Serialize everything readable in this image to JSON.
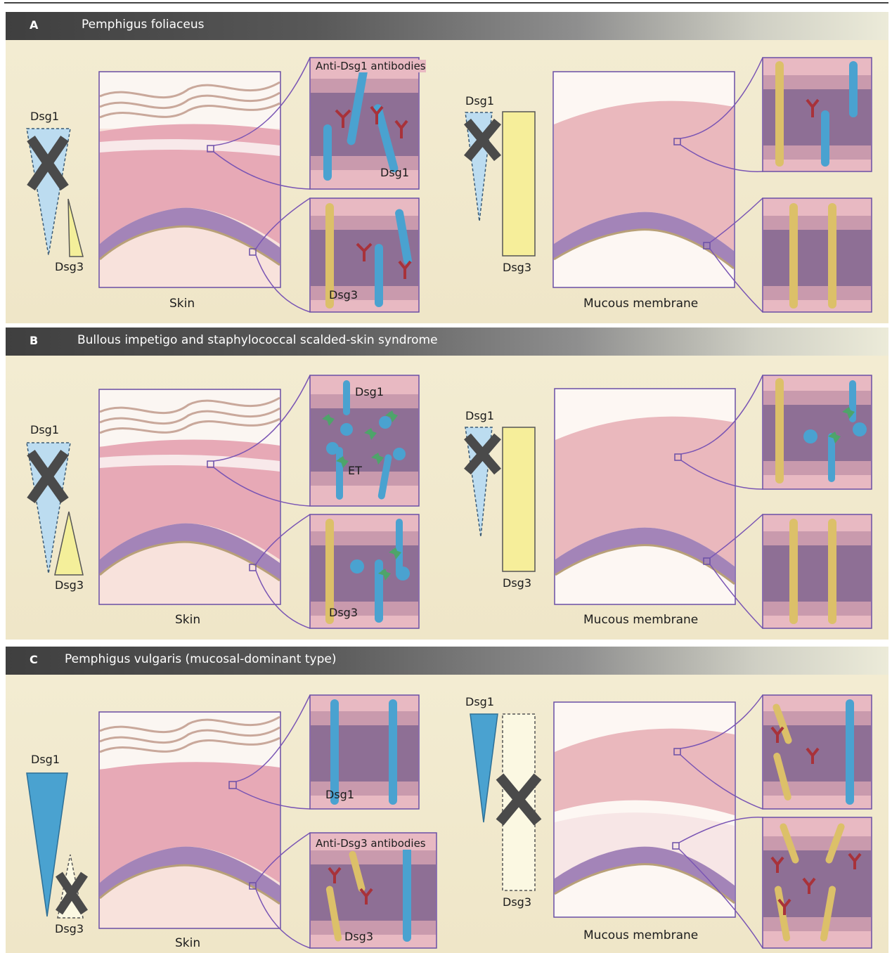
{
  "colors": {
    "dsg1_fill": "#bcdcf0",
    "dsg1_solid": "#4aa2d0",
    "dsg3_fill": "#f4ef9a",
    "dsg3_pale": "#fbf8e2",
    "x_mark": "#4a4a4a",
    "tissue_pink": "#eab8bd",
    "cell_purple": "#a384b8",
    "antibody_red": "#a8323a",
    "toxin_green": "#4ea46a",
    "connector": "#7a55b4"
  },
  "panels": [
    {
      "letter": "A",
      "title": "Pemphigus foliaceus",
      "skin_caption": "Skin",
      "mucosa_caption": "Mucous membrane",
      "skin_dsg1_label": "Dsg1",
      "skin_dsg3_label": "Dsg3",
      "mucosa_dsg1_label": "Dsg1",
      "mucosa_dsg3_label": "Dsg3",
      "upper_callout": "Anti-Dsg1 antibodies",
      "upper_molecule": "Dsg1",
      "lower_molecule": "Dsg3"
    },
    {
      "letter": "B",
      "title": "Bullous impetigo and staphylococcal scalded-skin syndrome",
      "skin_caption": "Skin",
      "mucosa_caption": "Mucous membrane",
      "skin_dsg1_label": "Dsg1",
      "skin_dsg3_label": "Dsg3",
      "mucosa_dsg1_label": "Dsg1",
      "mucosa_dsg3_label": "Dsg3",
      "upper_molecule": "Dsg1",
      "toxin_label": "ET",
      "lower_molecule": "Dsg3"
    },
    {
      "letter": "C",
      "title": "Pemphigus vulgaris (mucosal-dominant type)",
      "skin_caption": "Skin",
      "mucosa_caption": "Mucous membrane",
      "skin_dsg1_label": "Dsg1",
      "skin_dsg3_label": "Dsg3",
      "mucosa_dsg1_label": "Dsg1",
      "mucosa_dsg3_label": "Dsg3",
      "upper_molecule": "Dsg1",
      "lower_callout": "Anti-Dsg3 antibodies",
      "lower_molecule": "Dsg3"
    }
  ]
}
